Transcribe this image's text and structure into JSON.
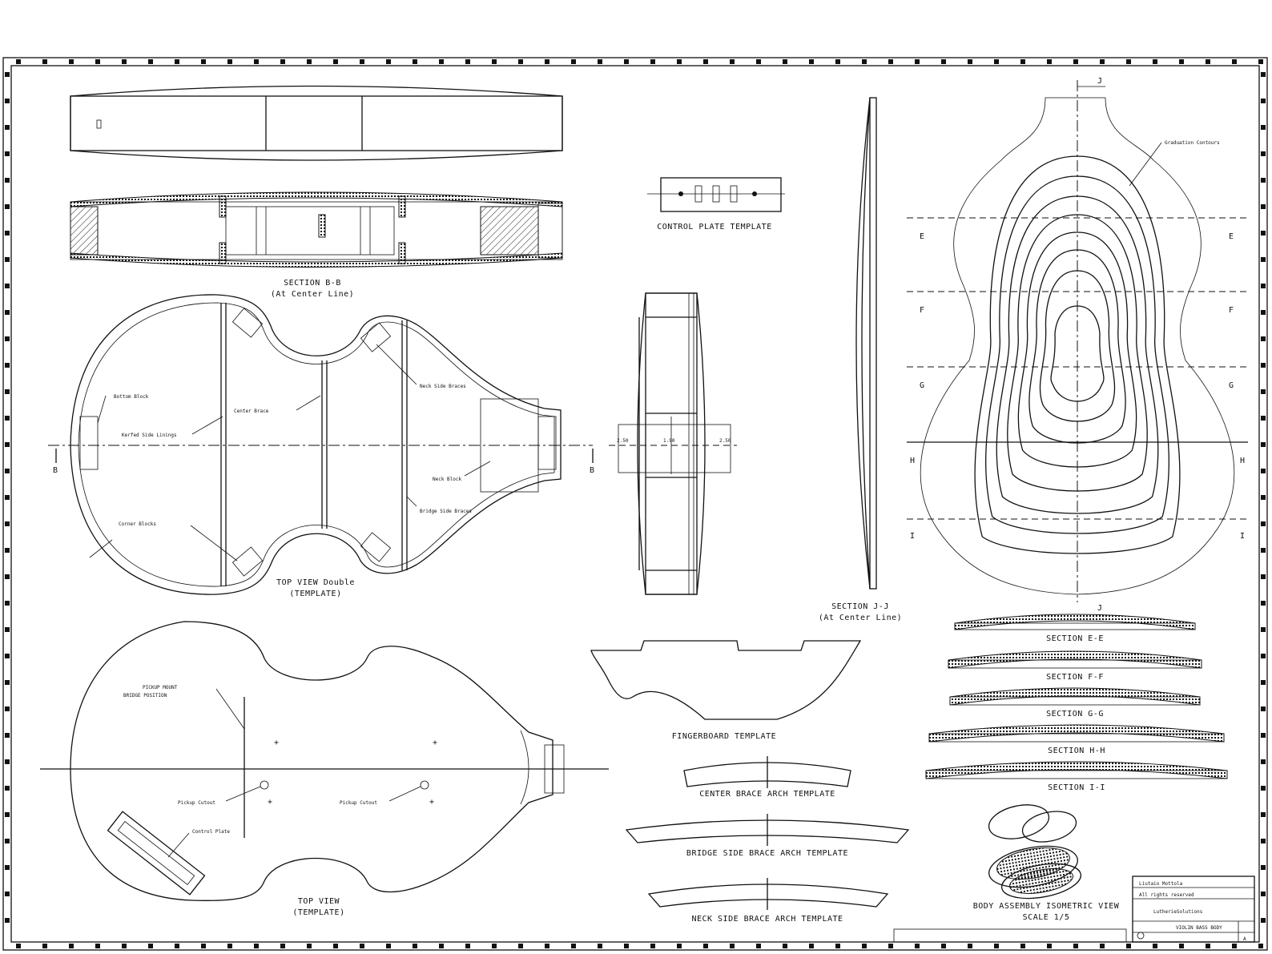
{
  "sheet": {
    "views": {
      "side_section": {
        "title": "SECTION B-B",
        "subtitle": "(At Center Line)"
      },
      "control_plate": {
        "title": "CONTROL PLATE TEMPLATE"
      },
      "top_view_double": {
        "title": "TOP VIEW Double",
        "subtitle": "(TEMPLATE)"
      },
      "top_view": {
        "title": "TOP VIEW",
        "subtitle": "(TEMPLATE)"
      },
      "section_j": {
        "title": "SECTION J-J",
        "subtitle": "(At Center Line)"
      },
      "fingerboard": {
        "title": "FINGERBOARD TEMPLATE"
      },
      "center_brace": {
        "title": "CENTER BRACE ARCH TEMPLATE"
      },
      "bridge_brace": {
        "title": "BRIDGE SIDE BRACE ARCH TEMPLATE"
      },
      "neck_brace": {
        "title": "NECK SIDE BRACE ARCH TEMPLATE"
      },
      "exploded": {
        "title": "BODY ASSEMBLY ISOMETRIC VIEW",
        "subtitle": "SCALE 1/5"
      }
    },
    "sections": [
      "SECTION E-E",
      "SECTION F-F",
      "SECTION G-G",
      "SECTION H-H",
      "SECTION I-I"
    ],
    "section_letters": {
      "e": "E",
      "f": "F",
      "g": "G",
      "h": "H",
      "i": "I",
      "j": "J",
      "b": "B"
    },
    "callouts": {
      "bottom_block": "Bottom Block",
      "linings": "Kerfed Side Linings",
      "center_brace": "Center Brace",
      "upper_braces": "Neck Side Braces",
      "neck_block": "Neck Block",
      "top_braces": "Bridge Side Braces",
      "corner_blocks": "Corner Blocks",
      "pickup_mount": "PICKUP MOUNT",
      "bridge_pos": "BRIDGE POSITION",
      "pickup_1": "Pickup Cutout",
      "pickup_2": "Pickup Cutout",
      "control_hole": "Control Plate",
      "graduation": "Graduation Contours"
    },
    "title_block": {
      "line1": "Liutaio Mottola",
      "line2": "All rights reserved",
      "company": "LutherieSolutions",
      "drawing_no": "VIOLIN BASS BODY",
      "sheet": "A"
    }
  }
}
